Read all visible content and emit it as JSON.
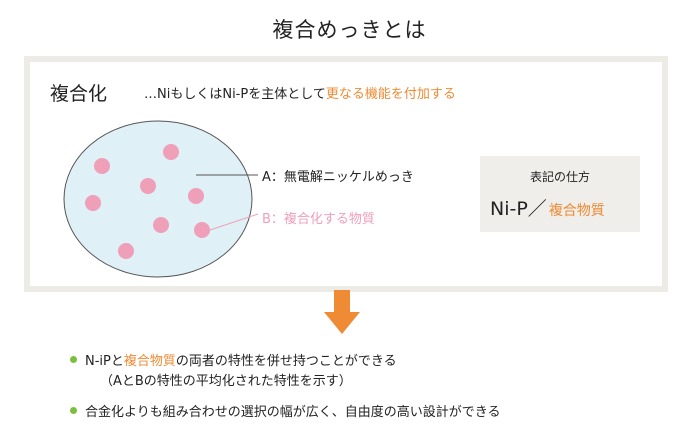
{
  "title": "複合めっきとは",
  "panel": {
    "heading": "複合化",
    "desc_prefix": "…Niもしくは",
    "desc_mid": "Ni-Pを主体として",
    "desc_highlight": "更なる機能を付加する",
    "label_a": "A：無電解ニッケルめっき",
    "label_b": "B：複合化する物質",
    "notation": {
      "title": "表記の仕方",
      "main": "Ni-P／",
      "sub": "複合物質"
    }
  },
  "colors": {
    "accent_orange": "#ee8b34",
    "particle_pink": "#ef9fb8",
    "circle_fill": "#dff0f7",
    "bullet_green": "#7cbf3e"
  },
  "bullets": [
    {
      "pre": "N-iPと",
      "highlight": "複合物質",
      "post": "の両者の特性を併せ持つことができる",
      "sub": "（AとBの特性の平均化された特性を示す）"
    },
    {
      "text": "合金化よりも組み合わせの選択の幅が広く、自由度の高い設計ができる"
    }
  ]
}
